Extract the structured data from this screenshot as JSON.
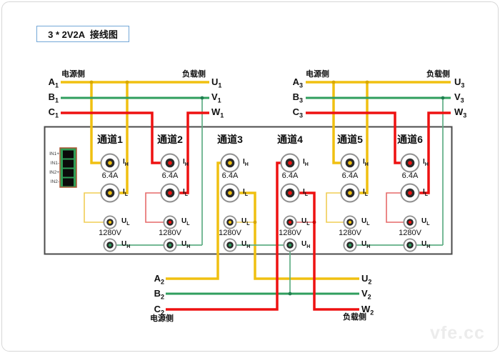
{
  "title": "3 * 2V2A  接线图",
  "watermark": "vfe.cc",
  "colors": {
    "phase_yellow": "#f0c011",
    "phase_green": "#2f9e5e",
    "phase_red": "#ee1111",
    "terminal_dark": "#2a2a2a",
    "panel_border": "#4b4b4b",
    "title_border": "#74a7d7",
    "connector_green": "#2f9e55",
    "connector_border": "#aa5533"
  },
  "groups": [
    {
      "name": "group-1",
      "source": "电源侧",
      "load": "负载侧",
      "source_phases": [
        {
          "base": "A",
          "sub": "1"
        },
        {
          "base": "B",
          "sub": "1"
        },
        {
          "base": "C",
          "sub": "1"
        }
      ],
      "load_phases": [
        {
          "base": "U",
          "sub": "1"
        },
        {
          "base": "V",
          "sub": "1"
        },
        {
          "base": "W",
          "sub": "1"
        }
      ]
    },
    {
      "name": "group-2",
      "source": "电源侧",
      "load": "负载侧",
      "source_phases": [
        {
          "base": "A",
          "sub": "2"
        },
        {
          "base": "B",
          "sub": "2"
        },
        {
          "base": "C",
          "sub": "2"
        }
      ],
      "load_phases": [
        {
          "base": "U",
          "sub": "2"
        },
        {
          "base": "V",
          "sub": "2"
        },
        {
          "base": "W",
          "sub": "2"
        }
      ]
    },
    {
      "name": "group-3",
      "source": "电源侧",
      "load": "负载侧",
      "source_phases": [
        {
          "base": "A",
          "sub": "3"
        },
        {
          "base": "B",
          "sub": "3"
        },
        {
          "base": "C",
          "sub": "3"
        }
      ],
      "load_phases": [
        {
          "base": "U",
          "sub": "3"
        },
        {
          "base": "V",
          "sub": "3"
        },
        {
          "base": "W",
          "sub": "3"
        }
      ]
    }
  ],
  "channels": [
    {
      "title": "通道1",
      "current_rating": "6.4A",
      "voltage_rating": "1280V",
      "terminals": [
        {
          "base": "I",
          "sub": "H"
        },
        {
          "base": "I",
          "sub": "L"
        },
        {
          "base": "U",
          "sub": "L"
        },
        {
          "base": "U",
          "sub": "H"
        }
      ]
    },
    {
      "title": "通道2",
      "current_rating": "6.4A",
      "voltage_rating": "1280V",
      "terminals": [
        {
          "base": "I",
          "sub": "H"
        },
        {
          "base": "I",
          "sub": "L"
        },
        {
          "base": "U",
          "sub": "L"
        },
        {
          "base": "U",
          "sub": "H"
        }
      ]
    },
    {
      "title": "通道3",
      "current_rating": "6.4A",
      "voltage_rating": "1280V",
      "terminals": [
        {
          "base": "I",
          "sub": "H"
        },
        {
          "base": "I",
          "sub": "L"
        },
        {
          "base": "U",
          "sub": "L"
        },
        {
          "base": "U",
          "sub": "H"
        }
      ]
    },
    {
      "title": "通道4",
      "current_rating": "6.4A",
      "voltage_rating": "1280V",
      "terminals": [
        {
          "base": "I",
          "sub": "H"
        },
        {
          "base": "I",
          "sub": "L"
        },
        {
          "base": "U",
          "sub": "L"
        },
        {
          "base": "U",
          "sub": "H"
        }
      ]
    },
    {
      "title": "通道5",
      "current_rating": "6.4A",
      "voltage_rating": "1280V",
      "terminals": [
        {
          "base": "I",
          "sub": "H"
        },
        {
          "base": "I",
          "sub": "L"
        },
        {
          "base": "U",
          "sub": "L"
        },
        {
          "base": "U",
          "sub": "H"
        }
      ]
    },
    {
      "title": "通道6",
      "current_rating": "6.4A",
      "voltage_rating": "1280V",
      "terminals": [
        {
          "base": "I",
          "sub": "H"
        },
        {
          "base": "I",
          "sub": "L"
        },
        {
          "base": "U",
          "sub": "L"
        },
        {
          "base": "U",
          "sub": "H"
        }
      ]
    }
  ],
  "connector": {
    "pins": [
      "IN1+",
      "IN1-",
      "IN2+",
      "IN2-"
    ]
  }
}
